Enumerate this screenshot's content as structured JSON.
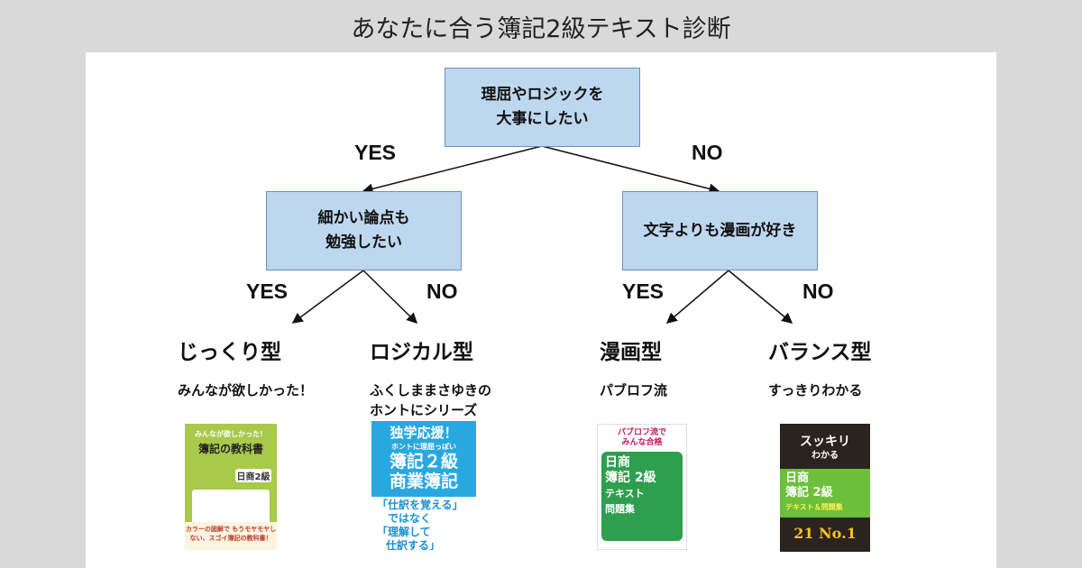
{
  "title": "あなたに合う簿記2級テキスト診断",
  "questions": {
    "root": [
      "理屈やロジックを",
      "大事にしたい"
    ],
    "left": [
      "細かい論点も",
      "勉強したい"
    ],
    "right": [
      "文字よりも漫画が好き"
    ]
  },
  "answers": {
    "root_yes": "YES",
    "root_no": "NO",
    "left_yes": "YES",
    "left_no": "NO",
    "right_yes": "YES",
    "right_no": "NO"
  },
  "results": [
    {
      "type": "じっくり型",
      "text": [
        "みんなが欲しかった！"
      ],
      "cover": {
        "header": "みんなが欲しかった！",
        "title": "簿記の教科書",
        "grade": "日商2級",
        "footer": "カラーの図解で もうモヤモヤしない、スゴイ簿記の教科書！"
      }
    },
    {
      "type": "ロジカル型",
      "text": [
        "ふくしままさゆきの",
        "ホントにシリーズ"
      ],
      "cover": {
        "header": "独学応援！",
        "sub": "ホントに理屈っぽい",
        "title": [
          "簿記２級",
          "商業簿記"
        ],
        "footer": [
          "「仕訳を覚える」",
          "ではなく",
          "「理解して",
          "仕訳する」"
        ]
      }
    },
    {
      "type": "漫画型",
      "text": [
        "パブロフ流"
      ],
      "cover": {
        "header": [
          "パブロフ流で",
          "みんな合格"
        ],
        "title": [
          "日商",
          "簿記 2級",
          "テキスト",
          "問題集"
        ]
      }
    },
    {
      "type": "バランス型",
      "text": [
        "すっきりわかる"
      ],
      "cover": {
        "header": [
          "スッキリ",
          "わかる"
        ],
        "title": [
          "日商",
          "簿記 2級",
          "テキスト＆問題集"
        ],
        "footer": "21 No.1"
      }
    }
  ],
  "colors": {
    "box_fill": "#bdd7ee",
    "box_border": "#6f8fbf",
    "background": "#d9d9d9"
  }
}
